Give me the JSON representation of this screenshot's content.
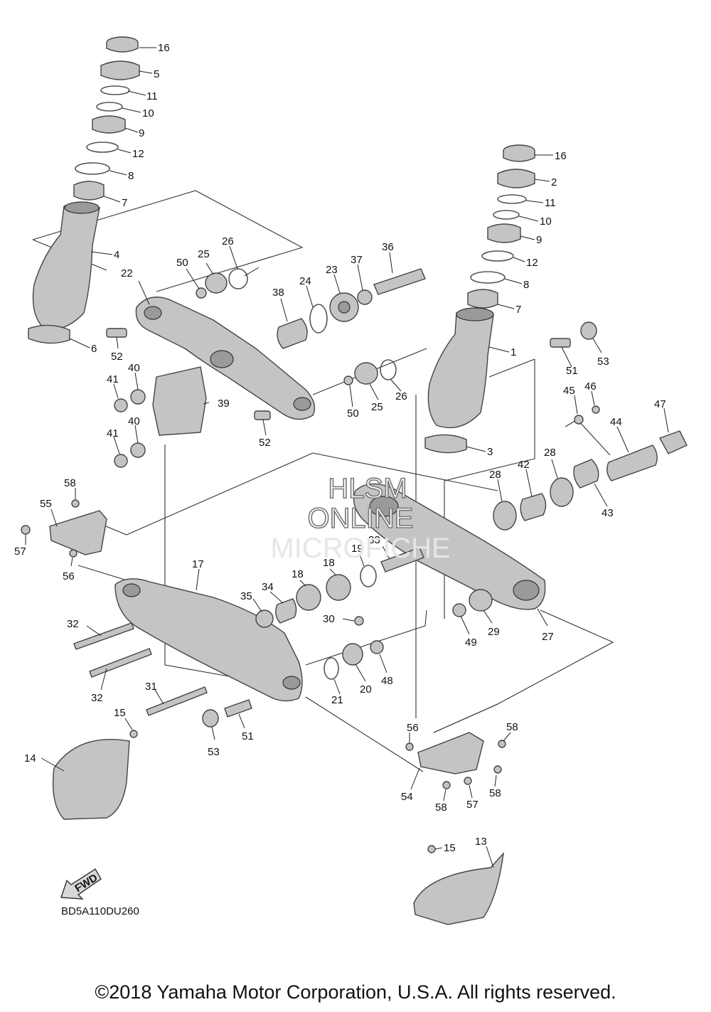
{
  "diagram": {
    "callouts": [
      "1",
      "2",
      "3",
      "4",
      "5",
      "6",
      "7",
      "8",
      "9",
      "10",
      "11",
      "12",
      "13",
      "14",
      "15",
      "16",
      "17",
      "18",
      "19",
      "20",
      "21",
      "22",
      "23",
      "24",
      "25",
      "26",
      "27",
      "28",
      "29",
      "30",
      "31",
      "32",
      "33",
      "34",
      "35",
      "36",
      "37",
      "38",
      "39",
      "40",
      "41",
      "42",
      "43",
      "44",
      "45",
      "46",
      "47",
      "48",
      "49",
      "50",
      "51",
      "52",
      "53",
      "54",
      "55",
      "56",
      "57",
      "58"
    ],
    "fwd_label": "FWD",
    "drawing_code": "BD5A110DU260"
  },
  "watermark": {
    "line1": "HLSM",
    "line2": "ONLINE",
    "line3": "MICROFICHE"
  },
  "footer": {
    "copyright": "©2018 Yamaha Motor Corporation, U.S.A. All rights reserved."
  }
}
